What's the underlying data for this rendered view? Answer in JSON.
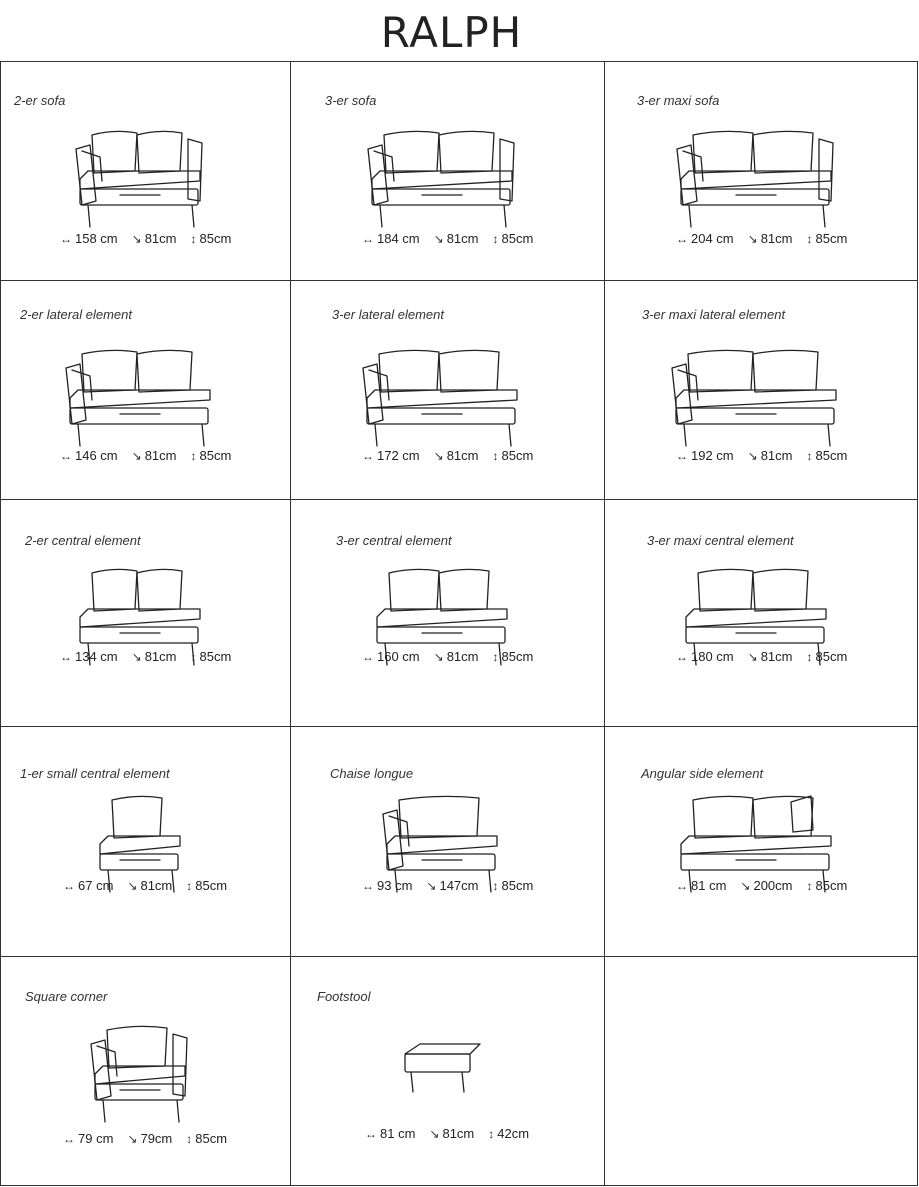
{
  "title": "RALPH",
  "cells": [
    {
      "label": "2-er sofa",
      "w": "158 cm",
      "d": "81cm",
      "h": "85cm",
      "kind": "sofa",
      "seats": 2,
      "len": 120
    },
    {
      "label": "3-er sofa",
      "w": "184 cm",
      "d": "81cm",
      "h": "85cm",
      "kind": "sofa",
      "seats": 2,
      "len": 140
    },
    {
      "label": "3-er maxi sofa",
      "w": "204 cm",
      "d": "81cm",
      "h": "85cm",
      "kind": "sofa",
      "seats": 2,
      "len": 150
    },
    {
      "label": "2-er lateral element",
      "w": "146 cm",
      "d": "81cm",
      "h": "85cm",
      "kind": "lateral",
      "seats": 2,
      "len": 140
    },
    {
      "label": "3-er lateral element",
      "w": "172 cm",
      "d": "81cm",
      "h": "85cm",
      "kind": "lateral",
      "seats": 2,
      "len": 150
    },
    {
      "label": "3-er maxi lateral element",
      "w": "192 cm",
      "d": "81cm",
      "h": "85cm",
      "kind": "lateral",
      "seats": 2,
      "len": 160
    },
    {
      "label": "2-er central element",
      "w": "134 cm",
      "d": "81cm",
      "h": "85cm",
      "kind": "central",
      "seats": 2,
      "len": 120
    },
    {
      "label": "3-er central element",
      "w": "160 cm",
      "d": "81cm",
      "h": "85cm",
      "kind": "central",
      "seats": 2,
      "len": 130
    },
    {
      "label": "3-er maxi central element",
      "w": "180 cm",
      "d": "81cm",
      "h": "85cm",
      "kind": "central",
      "seats": 2,
      "len": 140
    },
    {
      "label": "1-er small central element",
      "w": "67 cm",
      "d": "81cm",
      "h": "85cm",
      "kind": "single",
      "seats": 1,
      "len": 80
    },
    {
      "label": "Chaise longue",
      "w": "93 cm",
      "d": "147cm",
      "h": "85cm",
      "kind": "chaise",
      "seats": 1,
      "len": 110
    },
    {
      "label": "Angular side element",
      "w": "81 cm",
      "d": "200cm",
      "h": "85cm",
      "kind": "angular",
      "seats": 2,
      "len": 150
    },
    {
      "label": "Square corner",
      "w": "79 cm",
      "d": "79cm",
      "h": "85cm",
      "kind": "corner",
      "seats": 1,
      "len": 90
    },
    {
      "label": "Footstool",
      "w": "81 cm",
      "d": "81cm",
      "h": "42cm",
      "kind": "stool",
      "seats": 0,
      "len": 75
    },
    {
      "label": "",
      "w": "",
      "d": "",
      "h": "",
      "kind": "empty",
      "seats": 0,
      "len": 0
    }
  ],
  "icons": {
    "width": "width-arrow-icon",
    "depth": "depth-arrow-icon",
    "height": "height-arrow-icon"
  }
}
